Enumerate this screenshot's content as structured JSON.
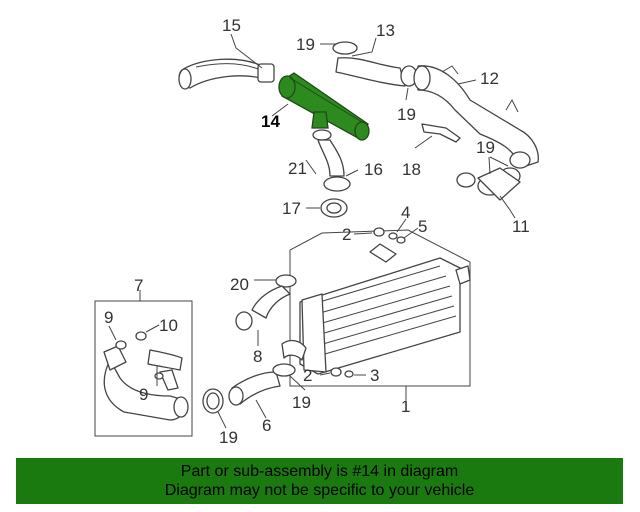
{
  "labels": {
    "l1": "1",
    "l2a": "2",
    "l2b": "2",
    "l3": "3",
    "l4": "4",
    "l5": "5",
    "l6": "6",
    "l7": "7",
    "l8": "8",
    "l9a": "9",
    "l9b": "9",
    "l10": "10",
    "l11": "11",
    "l12": "12",
    "l13": "13",
    "l14": "14",
    "l15": "15",
    "l16": "16",
    "l17": "17",
    "l18": "18",
    "l19a": "19",
    "l19b": "19",
    "l19c": "19",
    "l19d": "19",
    "l19e": "19",
    "l20": "20",
    "l21": "21"
  },
  "banner": {
    "line1": "Part or sub-assembly is #14 in diagram",
    "line2": "Diagram may not be specific to your vehicle"
  },
  "colors": {
    "highlight": "#2d8a1e",
    "banner": "#1a7a10"
  }
}
